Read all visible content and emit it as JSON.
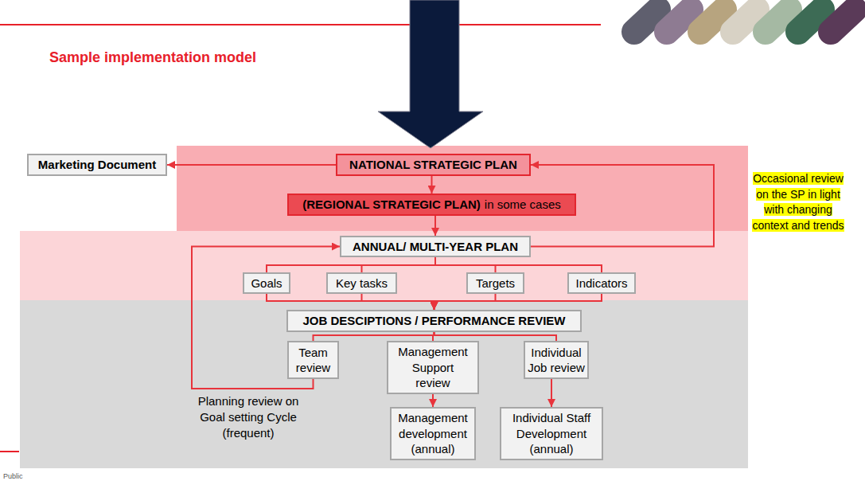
{
  "diagram": {
    "title": "Sample implementation model",
    "nodes": [
      {
        "text": [
          "Marketing Document"
        ]
      },
      {
        "text": [
          "NATIONAL STRATEGIC PLAN"
        ]
      },
      {
        "text": [
          "(REGIONAL STRATEGIC PLAN)",
          "in some cases"
        ]
      },
      {
        "text": [
          "ANNUAL/ MULTI-YEAR PLAN"
        ]
      },
      {
        "text": [
          "Goals"
        ]
      },
      {
        "text": [
          "Key tasks"
        ]
      },
      {
        "text": [
          "Targets"
        ]
      },
      {
        "text": [
          "Indicators"
        ]
      },
      {
        "text": [
          "JOB DESCIPTIONS / PERFORMANCE REVIEW"
        ]
      },
      {
        "text": [
          "Team review"
        ]
      },
      {
        "text": [
          "Management Support review"
        ]
      },
      {
        "text": [
          "Individual Job review"
        ]
      },
      {
        "text": [
          "Management development (annual)"
        ]
      },
      {
        "text": [
          "Individual Staff Development (annual)"
        ]
      }
    ],
    "edges": [
      {
        "from": 1,
        "to": 0,
        "arrow": "to"
      },
      {
        "from": 1,
        "to": 2,
        "arrow": "to"
      },
      {
        "from": 2,
        "to": 3,
        "arrow": "to"
      },
      {
        "from": 3,
        "to": 1,
        "arrow": "to"
      },
      {
        "from": 3,
        "to": 4,
        "arrow": "none"
      },
      {
        "from": 3,
        "to": 5,
        "arrow": "none"
      },
      {
        "from": 3,
        "to": 6,
        "arrow": "none"
      },
      {
        "from": 3,
        "to": 7,
        "arrow": "none"
      },
      {
        "from": 4,
        "to": 8,
        "arrow": "to"
      },
      {
        "from": 5,
        "to": 8,
        "arrow": "to"
      },
      {
        "from": 6,
        "to": 8,
        "arrow": "to"
      },
      {
        "from": 7,
        "to": 8,
        "arrow": "to"
      },
      {
        "from": 8,
        "to": 9,
        "arrow": "none"
      },
      {
        "from": 8,
        "to": 10,
        "arrow": "none"
      },
      {
        "from": 8,
        "to": 11,
        "arrow": "none"
      },
      {
        "from": 10,
        "to": 12,
        "arrow": "to"
      },
      {
        "from": 11,
        "to": 13,
        "arrow": "to"
      },
      {
        "from": 9,
        "to": 3,
        "arrow": "to"
      }
    ],
    "labels": [
      "Occasional review on the SP in light with changing context and trends",
      "Planning review on Goal setting Cycle (frequent)",
      "Public"
    ]
  }
}
